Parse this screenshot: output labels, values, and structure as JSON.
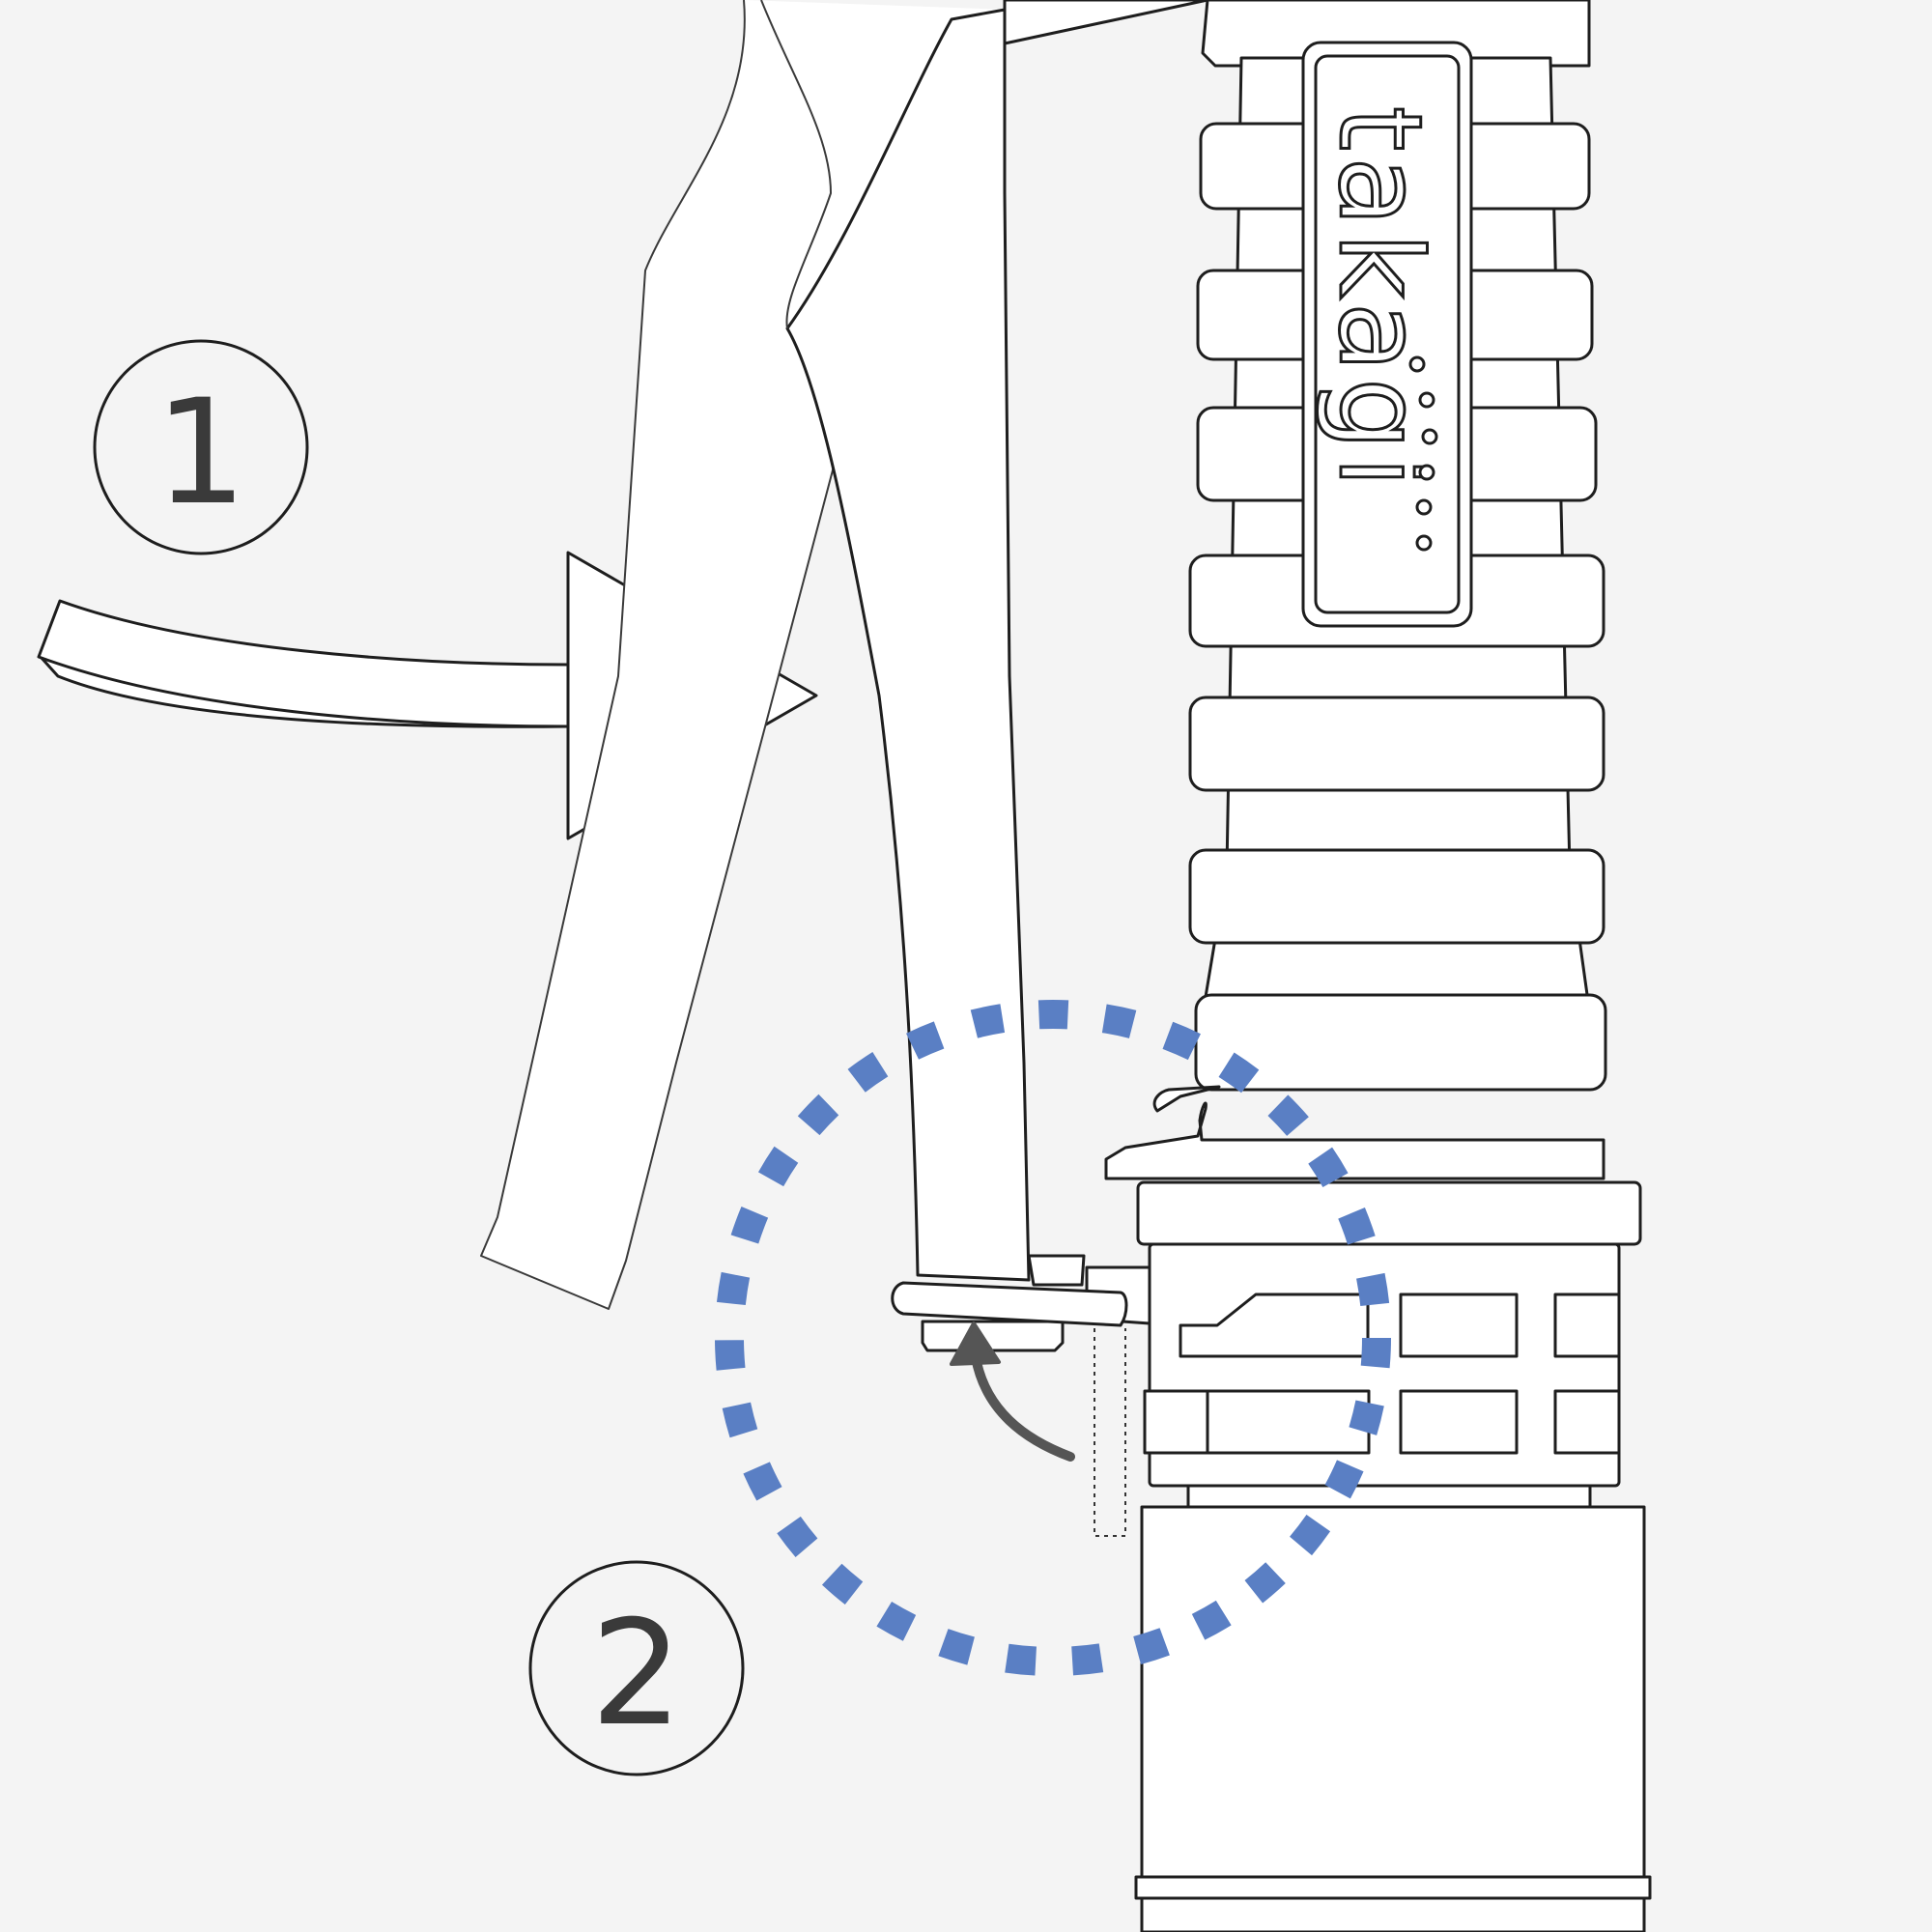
{
  "steps": [
    {
      "label": "1"
    },
    {
      "label": "2"
    }
  ],
  "brand_label": "takagi",
  "colors": {
    "background": "#f4f4f4",
    "line": "#1e1e1e",
    "highlight_circle": "#5a7fc4",
    "pointer_arrow": "#555555"
  },
  "icons": {
    "step_arrow": "right-arrow-icon",
    "action_arrow": "curved-up-arrow-icon"
  }
}
